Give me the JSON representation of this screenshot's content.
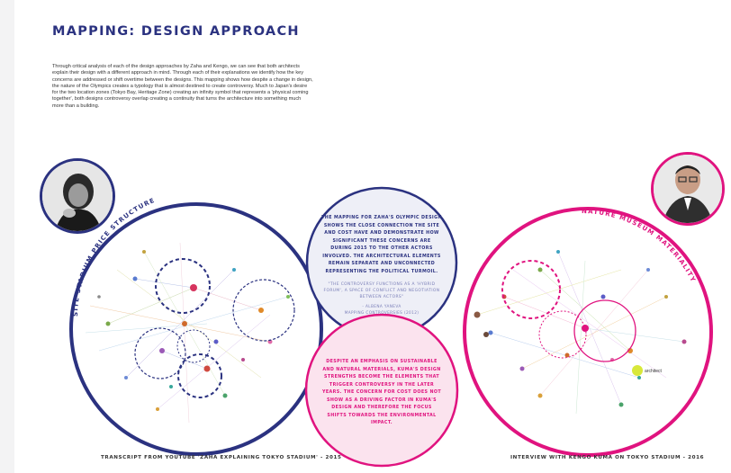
{
  "title": "MAPPING: DESIGN APPROACH",
  "intro": "Through critical analysis of each of the design approaches by Zaha and Kengo, we can see that both architects explain their design with a different approach in mind. Through each of their explanations we identify how the key concerns are addressed or shift overtime between the designs. This mapping shows how despite a change in design, the nature of the Olympics creates a typology that is almost destined to create controversy. Much to Japan's desire for the two location zones (Tokyo Bay, Heritage Zone) creating an infinity symbol that represents a 'physical coming together', both designs controversy overlap creating a continuity that turns the architecture into something much more than a building.",
  "left_map": {
    "arc_label": "SITE   STADIUM   PRICE   STRUCTURE",
    "caption": "TRANSCRIPT FROM YOUTUBE 'ZAHA EXPLAINING TOKYO STADIUM' - 2015",
    "ring_color": "#2b3280"
  },
  "right_map": {
    "arc_label": "NATURE   MUSEUM   MATERIALITY",
    "caption": "INTERVIEW WITH KENGO KUMA ON TOKYO STADIUM - 2016",
    "ring_color": "#e0137f",
    "node_label": "architect"
  },
  "center_top": {
    "text": "THE MAPPING FOR ZAHA'S OLYMPIC DESIGN SHOWS THE CLOSE CONNECTION THE SITE AND COST HAVE AND DEMONSTRATE HOW SIGNIFICANT THESE CONCERNS ARE DURING 2015 TO THE OTHER ACTORS INVOLVED. THE ARCHITECTURAL ELEMENTS REMAIN SEPARATE AND UNCONNECTED REPRESENTING THE POLITICAL TURMOIL.",
    "quote": "\"THE CONTROVERSY FUNCTIONS AS A 'HYBRID FORUM', A SPACE OF CONFLICT AND NEGOTIATION BETWEEN ACTORS\"",
    "attribution": "- ALBENA YANEVA\nMAPPING CONTROVERSIES (2012)"
  },
  "center_bottom": {
    "text": "DESPITE AN EMPHASIS ON SUSTAINABLE AND NATURAL MATERIALS, KUMA'S DESIGN STRENGTHS BECOME THE ELEMENTS THAT TRIGGER CONTROVERSY IN THE LATER YEARS. THE CONCERN FOR COST DOES NOT SHOW AS A DRIVING FACTOR IN KUMA'S DESIGN AND THEREFORE THE FOCUS SHIFTS TOWARDS THE ENVIRONMENTAL IMPACT."
  },
  "colors": {
    "navy": "#2b3280",
    "magenta": "#e0137f",
    "pink_fill": "#fbe3ee",
    "navy_fill": "#eeeff7"
  }
}
